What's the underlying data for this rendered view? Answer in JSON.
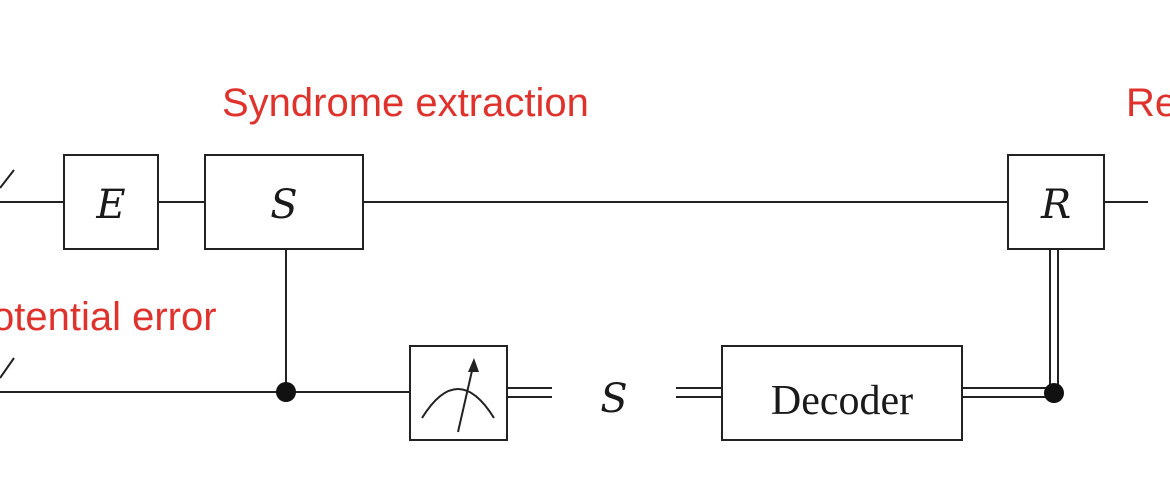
{
  "labels": {
    "syndrome_extraction": "Syndrome extraction",
    "potential_error": "otential error",
    "recovery_partial": "Re"
  },
  "gates": {
    "error": "E",
    "syndrome": "S",
    "recovery": "R",
    "decoder": "Decoder",
    "syndrome_value": "S"
  },
  "colors": {
    "annotation": "#e0322d",
    "wire": "#222222"
  },
  "icons": {
    "measurement": "measurement-meter-icon"
  }
}
